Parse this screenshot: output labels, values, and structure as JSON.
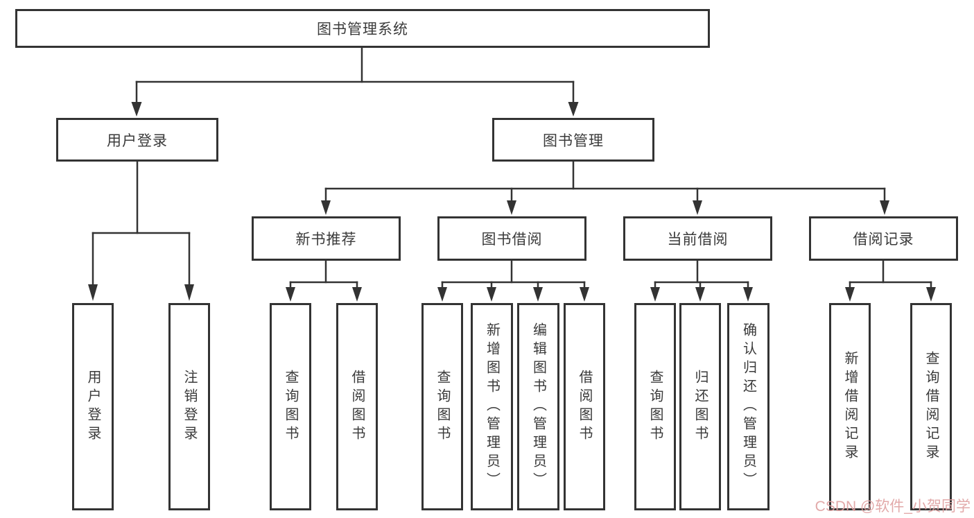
{
  "root": {
    "label": "图书管理系统"
  },
  "branches": [
    {
      "label": "用户登录"
    },
    {
      "label": "图书管理"
    }
  ],
  "modules": [
    {
      "label": "新书推荐",
      "parent": "图书管理"
    },
    {
      "label": "图书借阅",
      "parent": "图书管理"
    },
    {
      "label": "当前借阅",
      "parent": "图书管理"
    },
    {
      "label": "借阅记录",
      "parent": "图书管理"
    }
  ],
  "leaves": [
    {
      "label": "用户登录",
      "parent": "用户登录"
    },
    {
      "label": "注销登录",
      "parent": "用户登录"
    },
    {
      "label": "查询图书",
      "parent": "新书推荐"
    },
    {
      "label": "借阅图书",
      "parent": "新书推荐"
    },
    {
      "label": "查询图书",
      "parent": "图书借阅"
    },
    {
      "label": "新增图书（管理员）",
      "parent": "图书借阅"
    },
    {
      "label": "编辑图书（管理员）",
      "parent": "图书借阅"
    },
    {
      "label": "借阅图书",
      "parent": "图书借阅"
    },
    {
      "label": "查询图书",
      "parent": "当前借阅"
    },
    {
      "label": "归还图书",
      "parent": "当前借阅"
    },
    {
      "label": "确认归还（管理员）",
      "parent": "当前借阅"
    },
    {
      "label": "新增借阅记录",
      "parent": "借阅记录"
    },
    {
      "label": "查询借阅记录",
      "parent": "借阅记录"
    }
  ],
  "watermark": {
    "text": "CSDN @软件_小贺同学",
    "color": "#dfa0a0"
  },
  "colors": {
    "line": "#333333",
    "box_border": "#333333",
    "text": "#3a3a3a",
    "background": "#ffffff"
  }
}
